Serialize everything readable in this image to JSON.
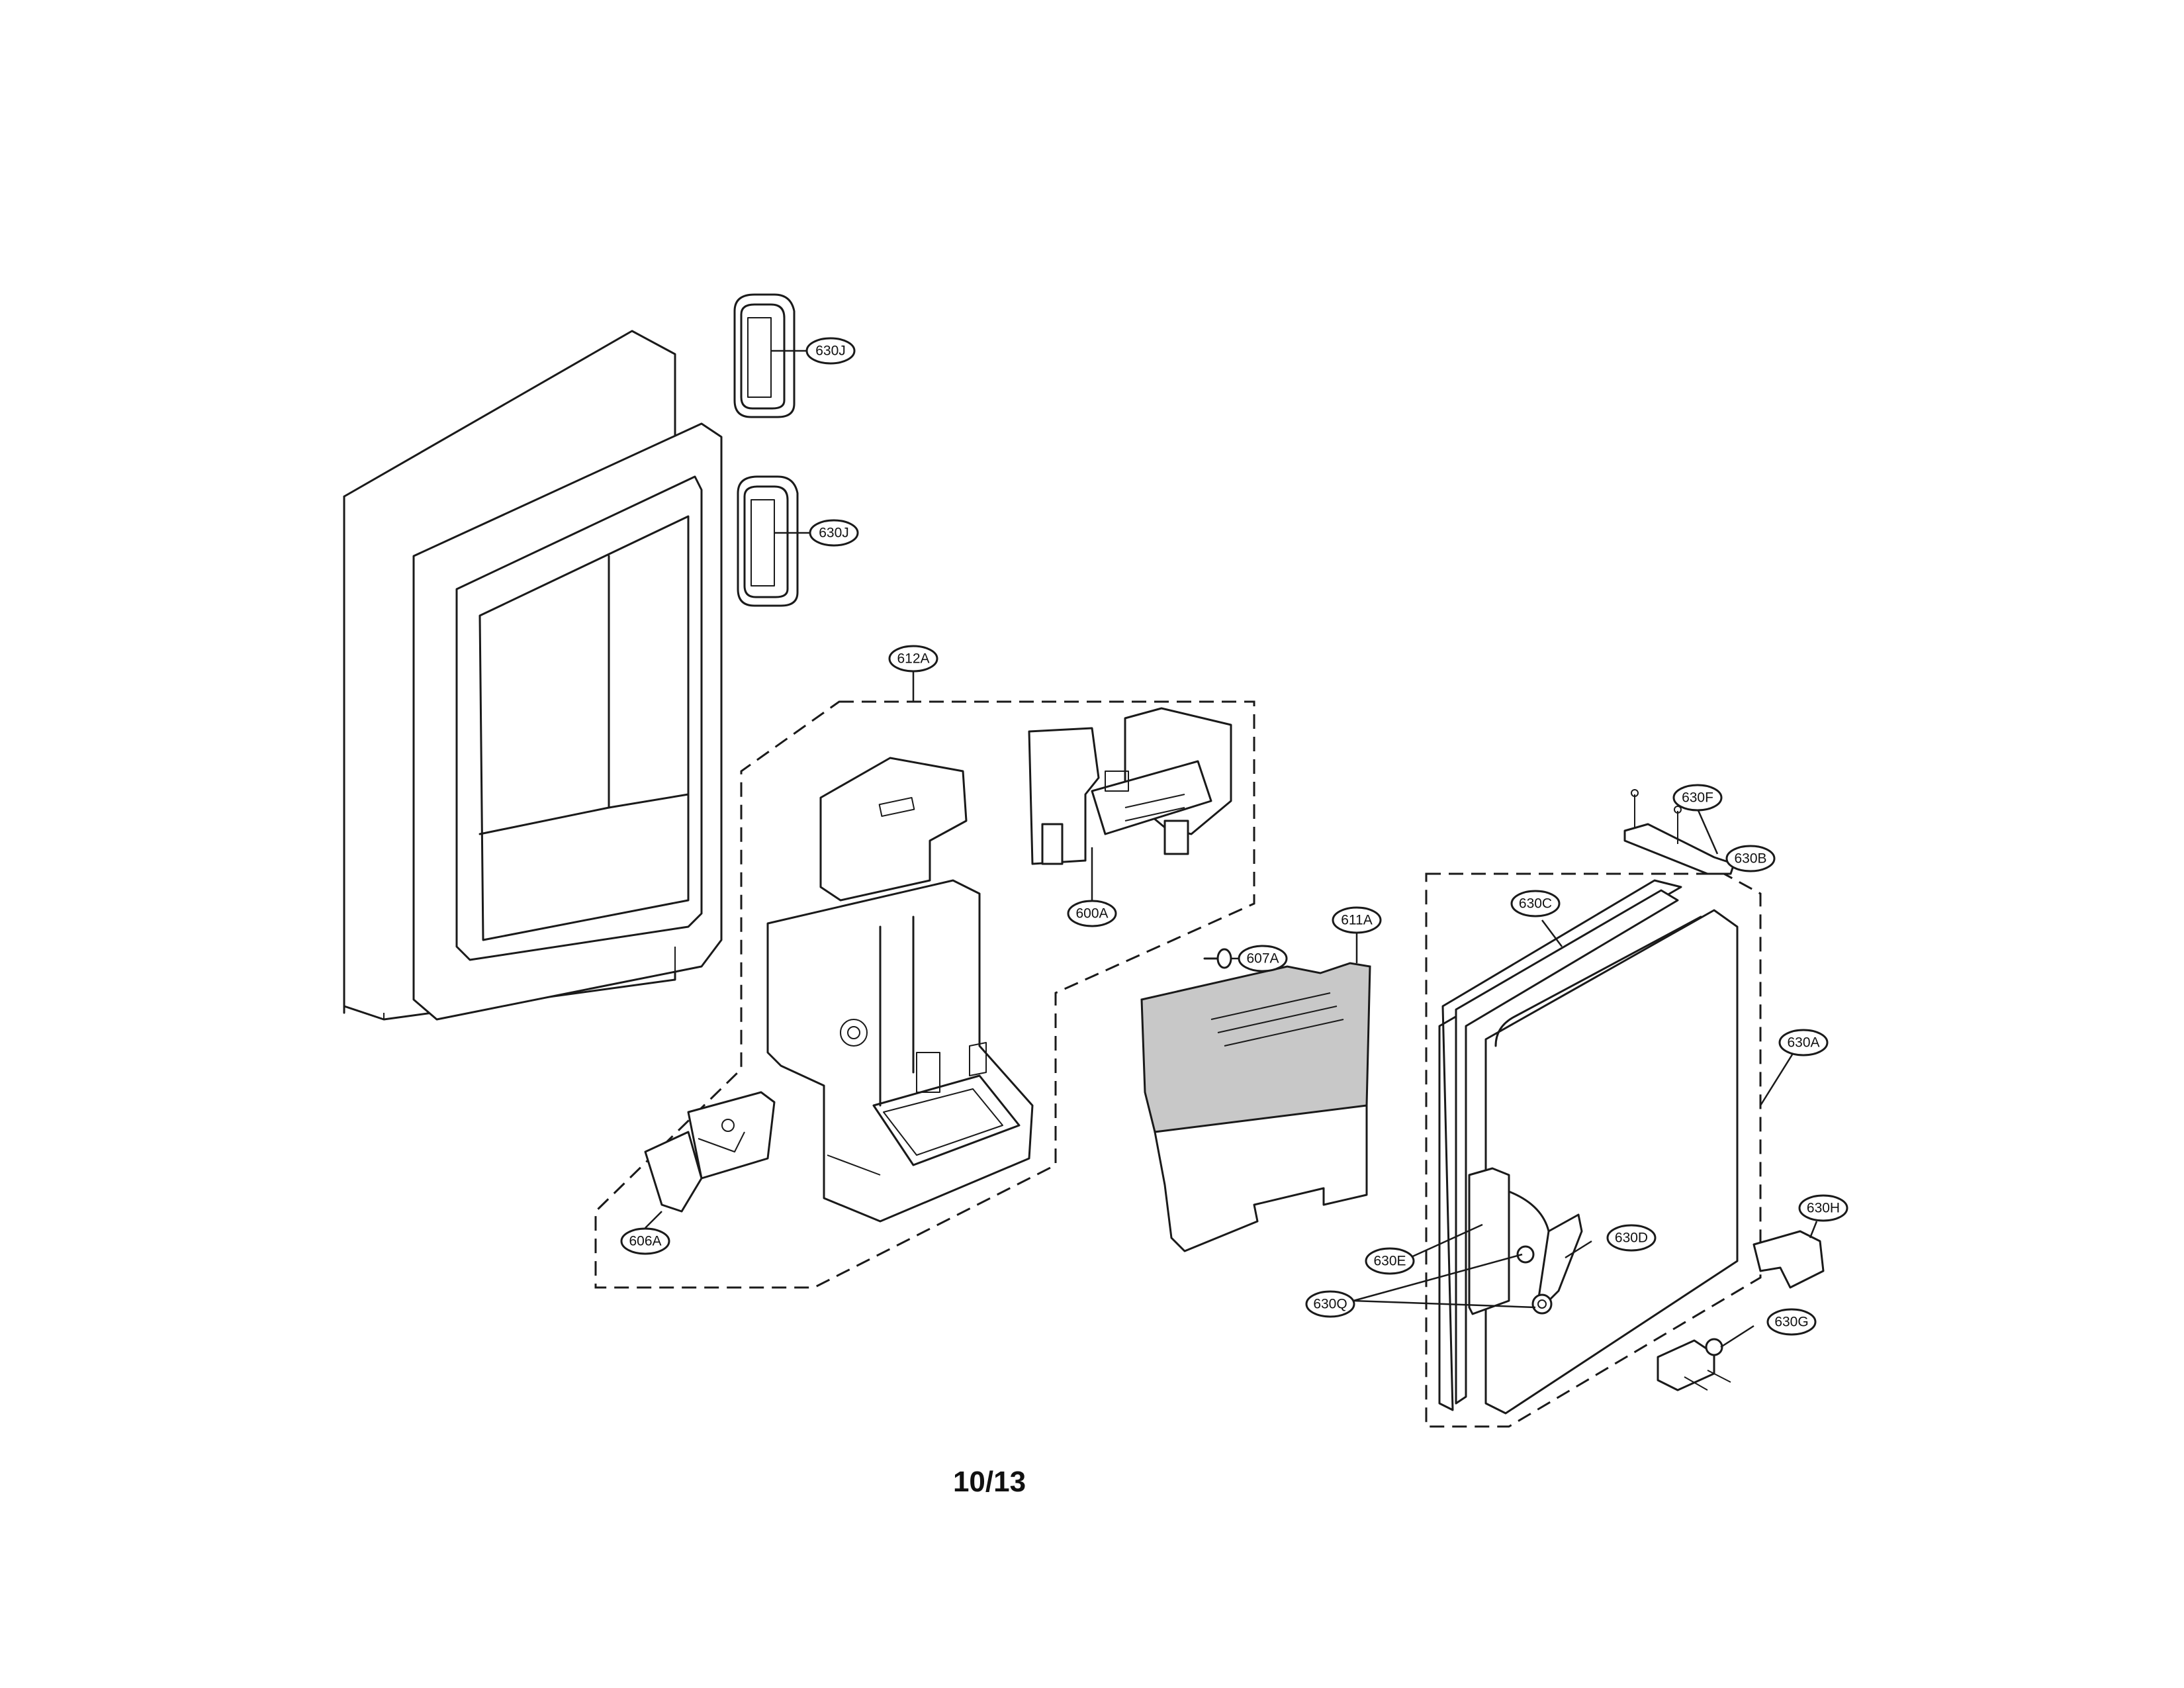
{
  "diagram": {
    "page_number": "10/13",
    "callouts": [
      {
        "id": "630J_top",
        "label": "630J"
      },
      {
        "id": "630J_bottom",
        "label": "630J"
      },
      {
        "id": "612A",
        "label": "612A"
      },
      {
        "id": "600A",
        "label": "600A"
      },
      {
        "id": "607A",
        "label": "607A"
      },
      {
        "id": "611A",
        "label": "611A"
      },
      {
        "id": "606A",
        "label": "606A"
      },
      {
        "id": "630F",
        "label": "630F"
      },
      {
        "id": "630B",
        "label": "630B"
      },
      {
        "id": "630C",
        "label": "630C"
      },
      {
        "id": "630A",
        "label": "630A"
      },
      {
        "id": "630H",
        "label": "630H"
      },
      {
        "id": "630D",
        "label": "630D"
      },
      {
        "id": "630E",
        "label": "630E"
      },
      {
        "id": "630Q",
        "label": "630Q"
      },
      {
        "id": "630G",
        "label": "630G"
      }
    ]
  }
}
